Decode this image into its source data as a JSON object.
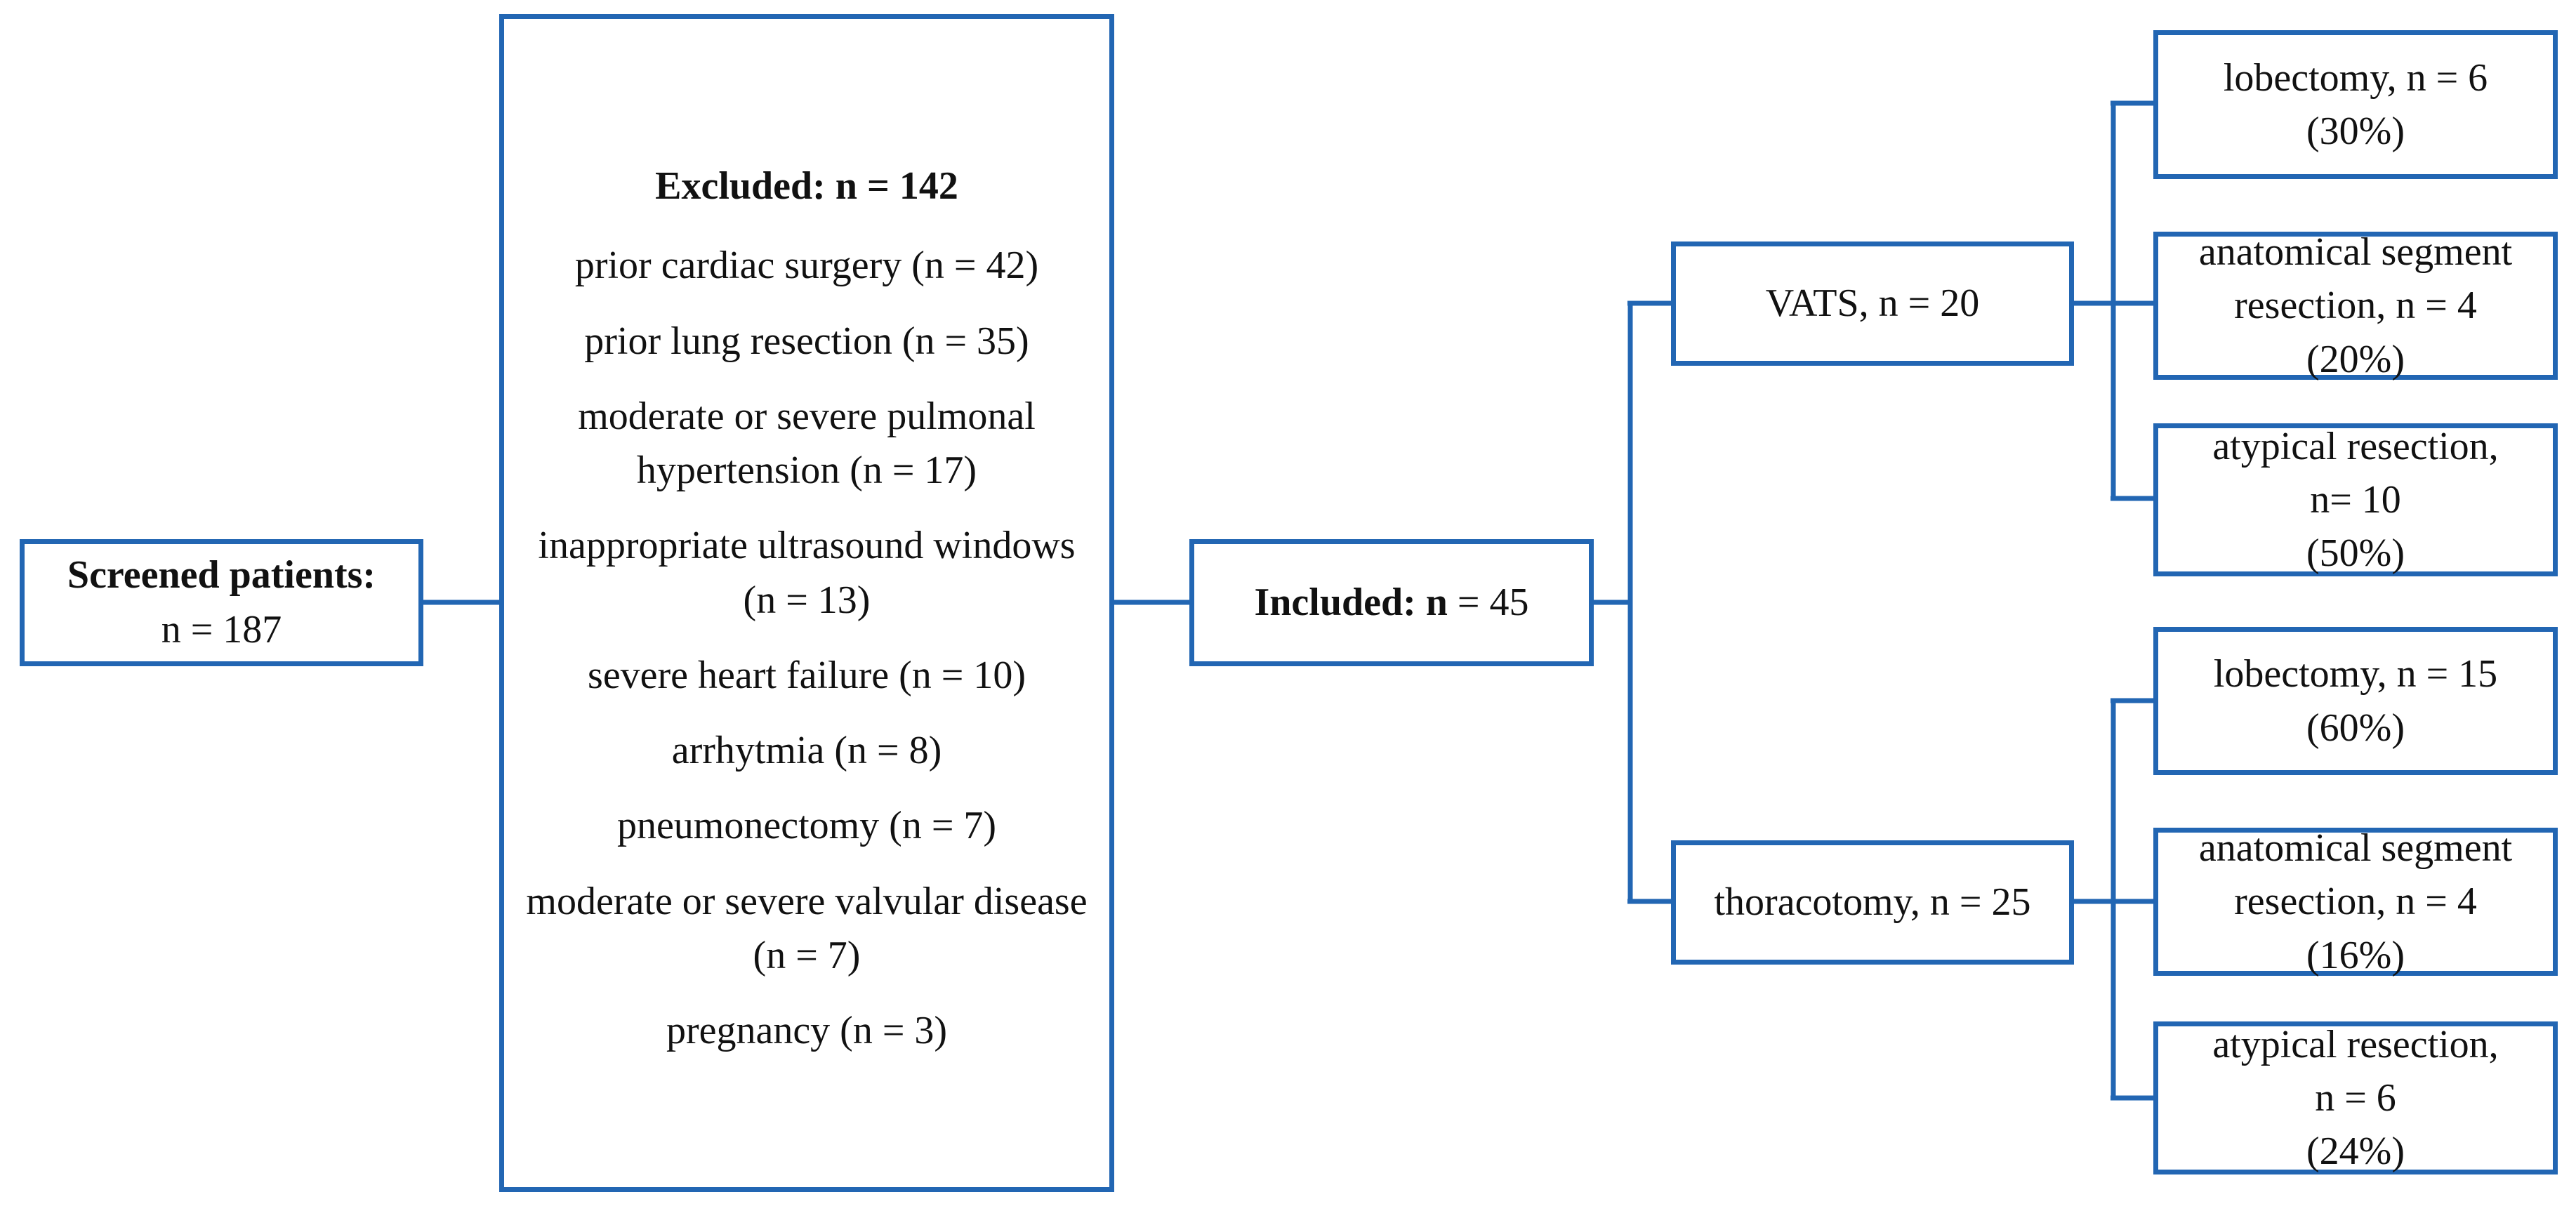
{
  "screened": {
    "title": "Screened patients:",
    "count": "n = 187"
  },
  "excluded": {
    "title": "Excluded:  n = 142",
    "reasons": [
      "prior cardiac surgery (n = 42)",
      "prior lung resection (n = 35)",
      "moderate or severe pulmonal hypertension (n = 17)",
      "inappropriate ultrasound windows (n = 13)",
      "severe heart failure (n = 10)",
      "arrhytmia (n = 8)",
      "pneumonectomy (n = 7)",
      "moderate or severe valvular disease (n = 7)",
      "pregnancy (n = 3)"
    ]
  },
  "included": {
    "label": "Included:",
    "n_label": "n",
    "value": "= 45"
  },
  "vats": {
    "label": "VATS, n = 20",
    "outcomes": [
      {
        "line1": "lobectomy, n = 6",
        "line2": "(30%)"
      },
      {
        "line1": "anatomical segment",
        "line2": "resection, n = 4",
        "line3": "(20%)"
      },
      {
        "line1": "atypical resection,",
        "line2": "n= 10",
        "line3": "(50%)"
      }
    ]
  },
  "thoracotomy": {
    "label": "thoracotomy, n = 25",
    "outcomes": [
      {
        "line1": "lobectomy, n = 15",
        "line2": "(60%)"
      },
      {
        "line1": "anatomical segment",
        "line2": "resection, n = 4",
        "line3": "(16%)"
      },
      {
        "line1": "atypical resection,",
        "line2": "n = 6",
        "line3": "(24%)"
      }
    ]
  },
  "colors": {
    "border": "#2266b3",
    "text": "#111111",
    "background": "#ffffff"
  }
}
